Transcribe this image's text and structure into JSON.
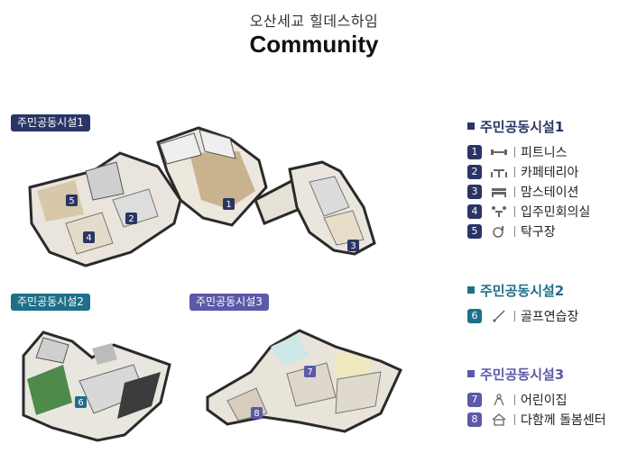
{
  "header": {
    "subtitle": "오산세교 힐데스하임",
    "title": "Community"
  },
  "colors": {
    "navy": "#2b3565",
    "teal": "#1e6f8a",
    "purple": "#5b59a8"
  },
  "plans": {
    "p1": {
      "tag": "주민공동시설1",
      "pins": [
        "1",
        "2",
        "3",
        "4",
        "5"
      ]
    },
    "p2": {
      "tag": "주민공동시설2",
      "pins": [
        "6"
      ]
    },
    "p3": {
      "tag": "주민공동시설3",
      "pins": [
        "7",
        "8"
      ]
    }
  },
  "legend": {
    "groups": [
      {
        "title": "주민공동시설1",
        "items": [
          {
            "num": "1",
            "label": "피트니스",
            "icon": "dumbbell-icon"
          },
          {
            "num": "2",
            "label": "카페테리아",
            "icon": "cafe-table-icon"
          },
          {
            "num": "3",
            "label": "맘스테이션",
            "icon": "sofa-icon"
          },
          {
            "num": "4",
            "label": "입주민회의실",
            "icon": "meeting-icon"
          },
          {
            "num": "5",
            "label": "탁구장",
            "icon": "ping-pong-icon"
          }
        ]
      },
      {
        "title": "주민공동시설2",
        "items": [
          {
            "num": "6",
            "label": "골프연습장",
            "icon": "golf-icon"
          }
        ]
      },
      {
        "title": "주민공동시설3",
        "items": [
          {
            "num": "7",
            "label": "어린이집",
            "icon": "daycare-icon"
          },
          {
            "num": "8",
            "label": "다함께 돌봄센터",
            "icon": "care-house-icon"
          }
        ]
      }
    ]
  }
}
